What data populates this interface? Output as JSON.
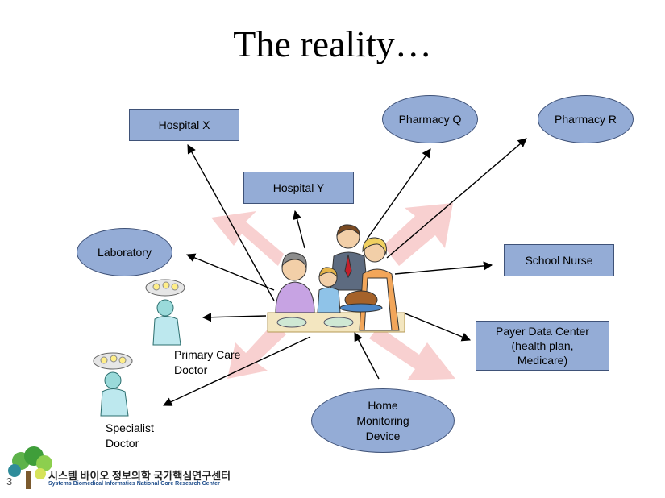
{
  "title": "The reality…",
  "page_number": "3",
  "center": {
    "label": "family-at-dinner-table"
  },
  "nodes": {
    "hospital_x": "Hospital X",
    "hospital_y": "Hospital Y",
    "pharmacy_q": "Pharmacy Q",
    "pharmacy_r": "Pharmacy R",
    "laboratory": "Laboratory",
    "school_nurse": "School Nurse",
    "payer": "Payer Data Center\n(health plan,\nMedicare)",
    "home_monitoring": "Home\nMonitoring\nDevice",
    "primary_care": "Primary Care\nDoctor",
    "specialist": "Specialist\nDoctor"
  },
  "org": {
    "korean": "시스템 바이오 정보의학 국가핵심연구센터",
    "english": "Systems Biomedical Informatics National Core Research Center"
  },
  "colors": {
    "node_fill": "#94acd6",
    "node_border": "#3f5278",
    "burst_arrow": "#f7c8c8"
  },
  "edges": [
    {
      "from": "family",
      "to": "hospital_x"
    },
    {
      "from": "family",
      "to": "hospital_y"
    },
    {
      "from": "family",
      "to": "pharmacy_q"
    },
    {
      "from": "family",
      "to": "pharmacy_r"
    },
    {
      "from": "family",
      "to": "laboratory"
    },
    {
      "from": "family",
      "to": "school_nurse"
    },
    {
      "from": "family",
      "to": "payer"
    },
    {
      "from": "home_monitoring",
      "to": "family"
    },
    {
      "from": "family",
      "to": "primary_care"
    },
    {
      "from": "family",
      "to": "specialist"
    }
  ]
}
